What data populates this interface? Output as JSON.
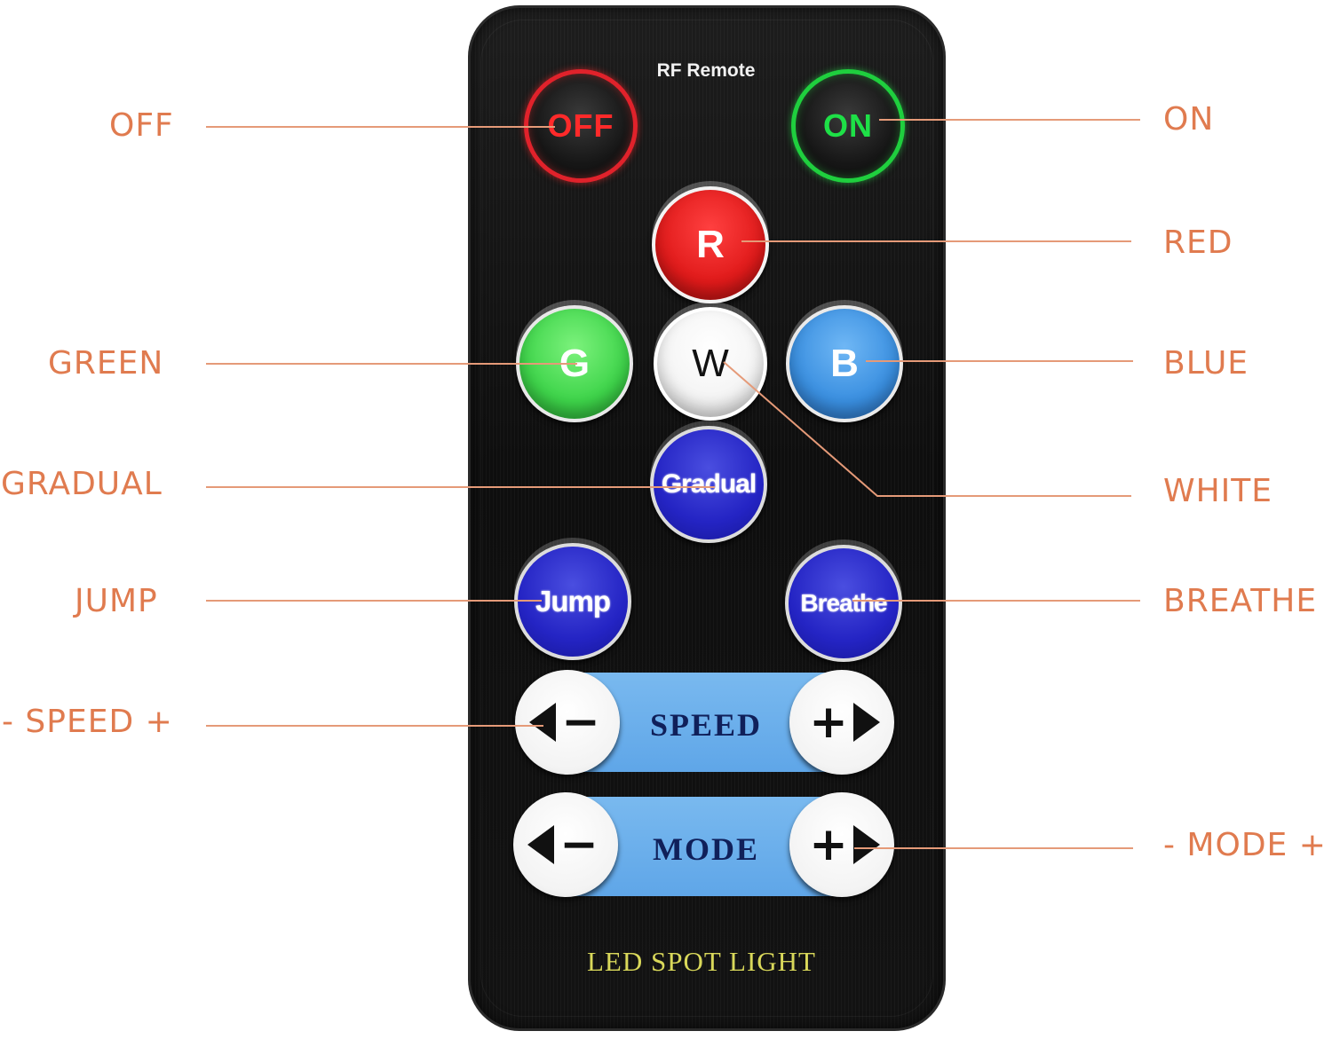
{
  "remote": {
    "title": "RF Remote",
    "footer": "LED SPOT LIGHT",
    "buttons": {
      "off": "OFF",
      "on": "ON",
      "red": "R",
      "green": "G",
      "white": "W",
      "blue": "B",
      "gradual": "Gradual",
      "jump": "Jump",
      "breathe": "Breathe",
      "speed": "SPEED",
      "mode": "MODE",
      "minus": "−",
      "plus": "+"
    }
  },
  "labels": {
    "off": "OFF",
    "on": "ON",
    "red": "RED",
    "green": "GREEN",
    "blue": "BLUE",
    "gradual": "GRADUAL",
    "white": "WHITE",
    "jump": "JUMP",
    "breathe": "BREATHE",
    "speed": "- SPEED +",
    "mode": "- MODE +"
  },
  "colors": {
    "label": "#e07b4f",
    "off_ring": "#e0222b",
    "on_ring": "#1fcf3e",
    "footer_text": "#d9d85a"
  }
}
